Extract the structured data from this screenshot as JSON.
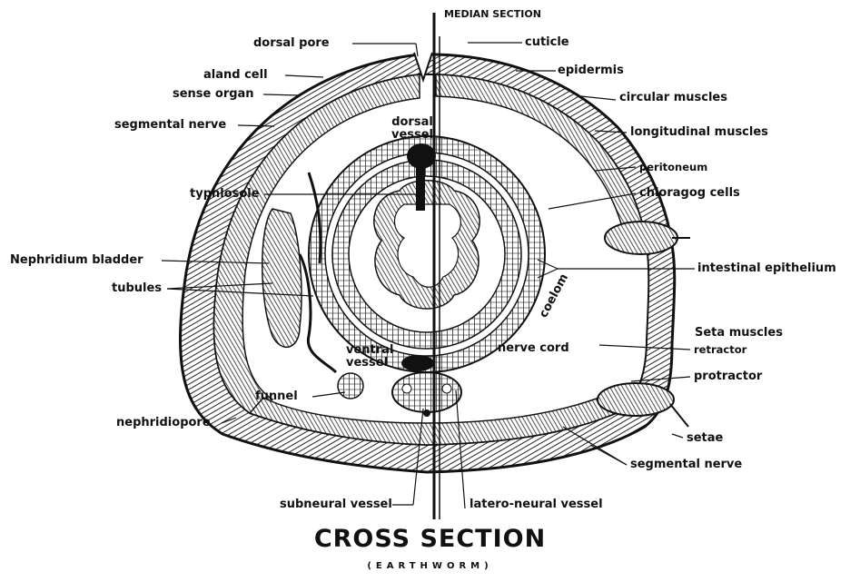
{
  "median_label": "MEDIAN SECTION",
  "title": "CROSS SECTION",
  "subtitle": "(EARTHWORM)",
  "labels": {
    "dorsal_pore": "dorsal pore",
    "gland_cell": "aland cell",
    "sense_organ": "sense organ",
    "segmental_nerve_left": "segmental nerve",
    "dorsal_vessel": "dorsal vessel",
    "typhlosole": "typhlosole",
    "nephridium_bladder": "Nephridium bladder",
    "tubules": "tubules",
    "ventral_vessel": "ventral vessel",
    "funnel": "funnel",
    "nephridiopore": "nephridiopore",
    "subneural_vessel": "subneural vessel",
    "cuticle": "cuticle",
    "epidermis": "epidermis",
    "circular_muscles": "circular muscles",
    "longitudinal_muscles": "longitudinal muscles",
    "peritoneum": "peritoneum",
    "chloragog_cells": "chloragog cells",
    "intestinal_epithelium": "intestinal epithelium",
    "coelom": "coelom",
    "seta_muscles": "Seta muscles",
    "retractor": "retractor",
    "nerve_cord": "nerve cord",
    "protractor": "protractor",
    "setae": "setae",
    "segmental_nerve_right": "segmental nerve",
    "latero_neural_vessel": "latero-neural vessel"
  }
}
